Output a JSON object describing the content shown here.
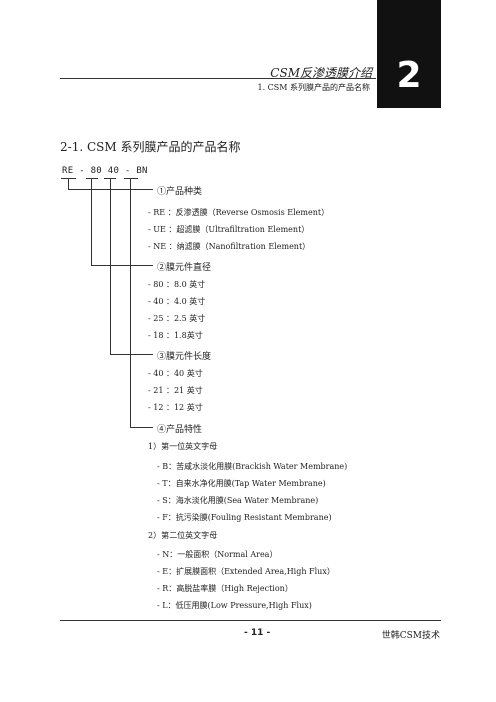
{
  "header": {
    "chapter_number": "2",
    "title": "CSM反渗透膜介绍",
    "subtitle": "1. CSM 系列膜产品的产品名称"
  },
  "section": {
    "title": "2-1. CSM 系列膜产品的产品名称",
    "code": "RE - 80 40 - BN"
  },
  "groups": [
    {
      "heading": "①产品种类",
      "items": [
        "- RE ：反渗透膜（Reverse Osmosis Element）",
        "- UE ：超滤膜（Ultrafiltration Element）",
        "- NE ：纳滤膜（Nanofiltration Element）"
      ]
    },
    {
      "heading": "②膜元件直径",
      "items": [
        "- 80 ：8.0 英寸",
        "- 40 ：4.0 英寸",
        "- 25 ：2.5 英寸",
        "- 18 ：1.8英寸"
      ]
    },
    {
      "heading": "③膜元件长度",
      "items": [
        "- 40 ：40 英寸",
        "- 21 ：21 英寸",
        "- 12 ：12 英寸"
      ]
    },
    {
      "heading": "④产品特性",
      "sub": [
        {
          "label": "1）第一位英文字母",
          "items": [
            "- B：苦咸水淡化用膜(Brackish Water Membrane)",
            "- T：自来水净化用膜(Tap Water Membrane)",
            "- S：海水淡化用膜(Sea Water Membrane)",
            "- F：抗污染膜(Fouling Resistant Membrane)"
          ]
        },
        {
          "label": "2）第二位英文字母",
          "items": [
            "- N：一般面积（Normal Area）",
            "- E：扩展膜面积（Extended Area,High Flux）",
            "- R：高脱盐率膜（High Rejection）",
            "- L：低压用膜(Low Pressure,High Flux)"
          ]
        }
      ]
    }
  ],
  "footer": {
    "page": "- 11 -",
    "publisher": "世韩CSM技术"
  }
}
